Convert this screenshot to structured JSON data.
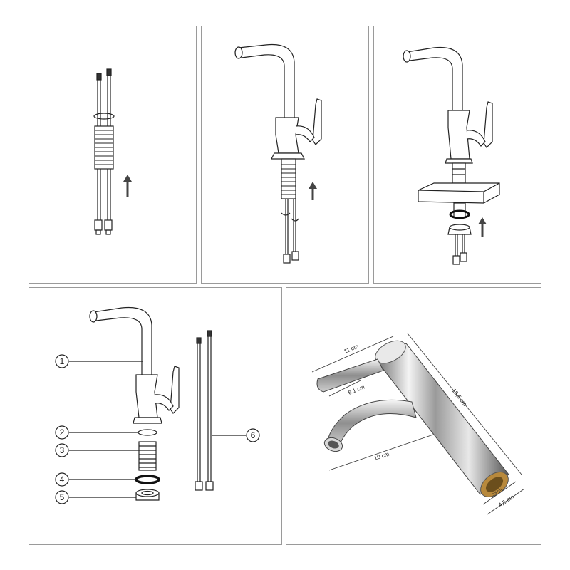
{
  "callouts": [
    "1",
    "2",
    "3",
    "4",
    "5",
    "6"
  ],
  "dimensions": {
    "spout_top_length": "11 cm",
    "handle_length": "6,1 cm",
    "body_height": "18,5 cm",
    "spout_reach": "10 cm",
    "inner_diameter": "3,5 cm",
    "base_diameter": "4,5 cm"
  },
  "colors": {
    "line": "#222222",
    "panel_border": "#9a9a9a",
    "chrome_dark": "#555555",
    "brass": "#b8893c"
  }
}
